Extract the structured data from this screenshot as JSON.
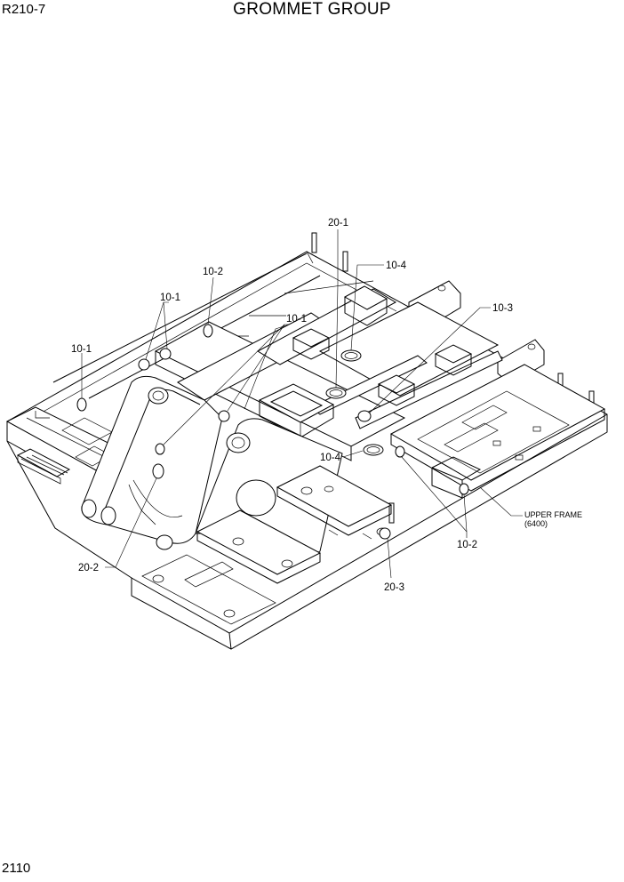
{
  "header": {
    "model": "R210-7",
    "title": "GROMMET GROUP"
  },
  "footer": {
    "page_number": "2110"
  },
  "callouts": {
    "c20_1": "20-1",
    "c10_4_top": "10-4",
    "c10_2_top": "10-2",
    "c10_3": "10-3",
    "c10_1_a": "10-1",
    "c10_1_b": "10-1",
    "c10_1_c": "10-1",
    "c10_4_mid": "10-4",
    "c20_2": "20-2",
    "c20_3": "20-3",
    "c10_2_bottom": "10-2"
  },
  "note": {
    "line1": "UPPER FRAME",
    "line2": "(6400)"
  }
}
